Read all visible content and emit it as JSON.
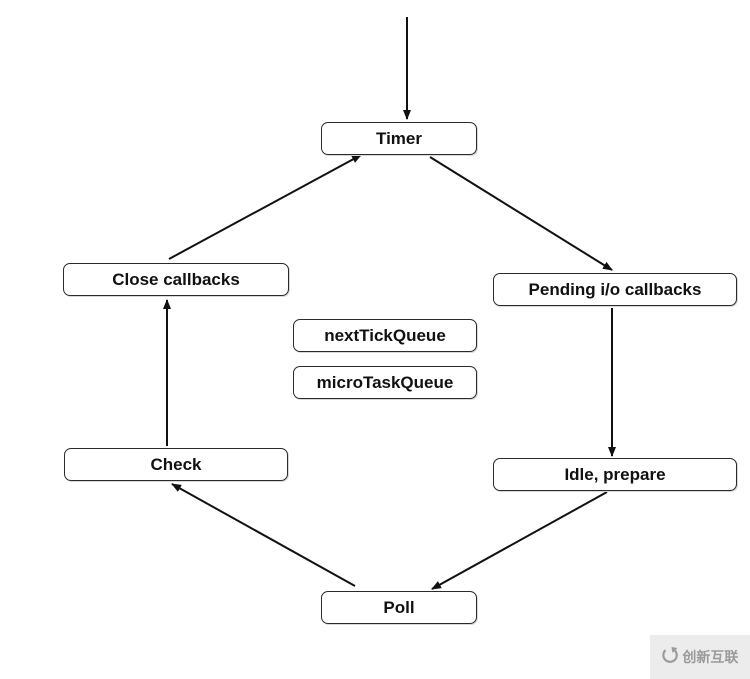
{
  "nodes": {
    "timer": "Timer",
    "pending": "Pending i/o callbacks",
    "idle": "Idle, prepare",
    "poll": "Poll",
    "check": "Check",
    "close": "Close callbacks",
    "next_tick": "nextTickQueue",
    "micro_task": "microTaskQueue"
  },
  "edges": [
    {
      "from": "entry",
      "to": "timer"
    },
    {
      "from": "timer",
      "to": "pending"
    },
    {
      "from": "pending",
      "to": "idle"
    },
    {
      "from": "idle",
      "to": "poll"
    },
    {
      "from": "poll",
      "to": "check"
    },
    {
      "from": "check",
      "to": "close"
    },
    {
      "from": "close",
      "to": "timer"
    }
  ],
  "watermark": {
    "text": "创新互联",
    "icon": "swirl-logo-icon"
  },
  "colors": {
    "stroke": "#111111",
    "node_border": "#2b2b2b"
  }
}
